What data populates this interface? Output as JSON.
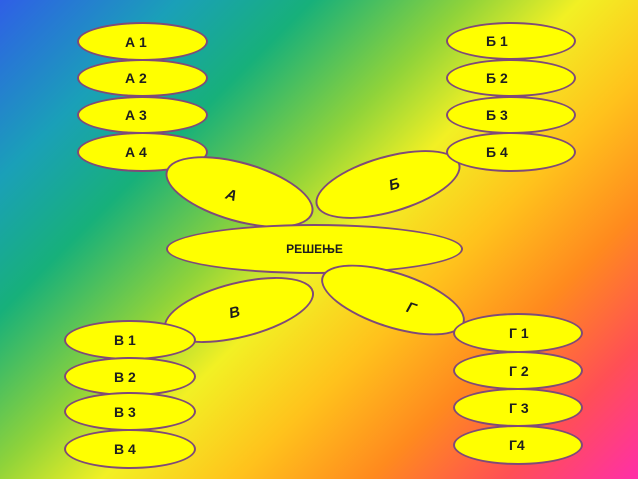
{
  "center": {
    "label": "РЕШЕЊЕ"
  },
  "branches": {
    "a": {
      "label": "А",
      "items": [
        "А 1",
        "А 2",
        "А 3",
        "А 4"
      ]
    },
    "b": {
      "label": "Б",
      "items": [
        "Б 1",
        "Б 2",
        "Б 3",
        "Б 4"
      ]
    },
    "v": {
      "label": "В",
      "items": [
        "В 1",
        "В 2",
        "В 3",
        "В 4"
      ]
    },
    "g": {
      "label": "Г",
      "items": [
        "Г 1",
        "Г 2",
        "Г 3",
        "Г4"
      ]
    }
  },
  "colors": {
    "node_fill": "#ffff00",
    "node_border": "#7f4a78"
  }
}
